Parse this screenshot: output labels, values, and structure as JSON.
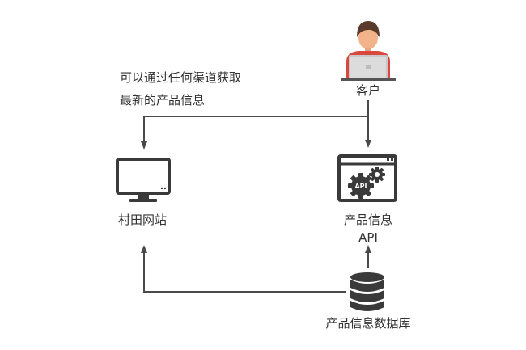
{
  "annotation": {
    "line1": "可以通过任何渠道获取",
    "line2": "最新的产品信息"
  },
  "nodes": {
    "customer": {
      "label": "客户",
      "icon": "customer-laptop-icon"
    },
    "website": {
      "label": "村田网站",
      "icon": "monitor-icon"
    },
    "api": {
      "label_line1": "产品信息",
      "label_line2": "API",
      "icon": "api-window-gear-icon",
      "badge": "API"
    },
    "database": {
      "label": "产品信息数据库",
      "icon": "database-icon"
    }
  },
  "colors": {
    "line": "#4a4a4a",
    "text": "#333333",
    "skin": "#f2b38a",
    "hair": "#5a3a2a",
    "shirt": "#d9473f",
    "laptop": "#bfbfbf",
    "icon_dark": "#3a3a3a"
  }
}
